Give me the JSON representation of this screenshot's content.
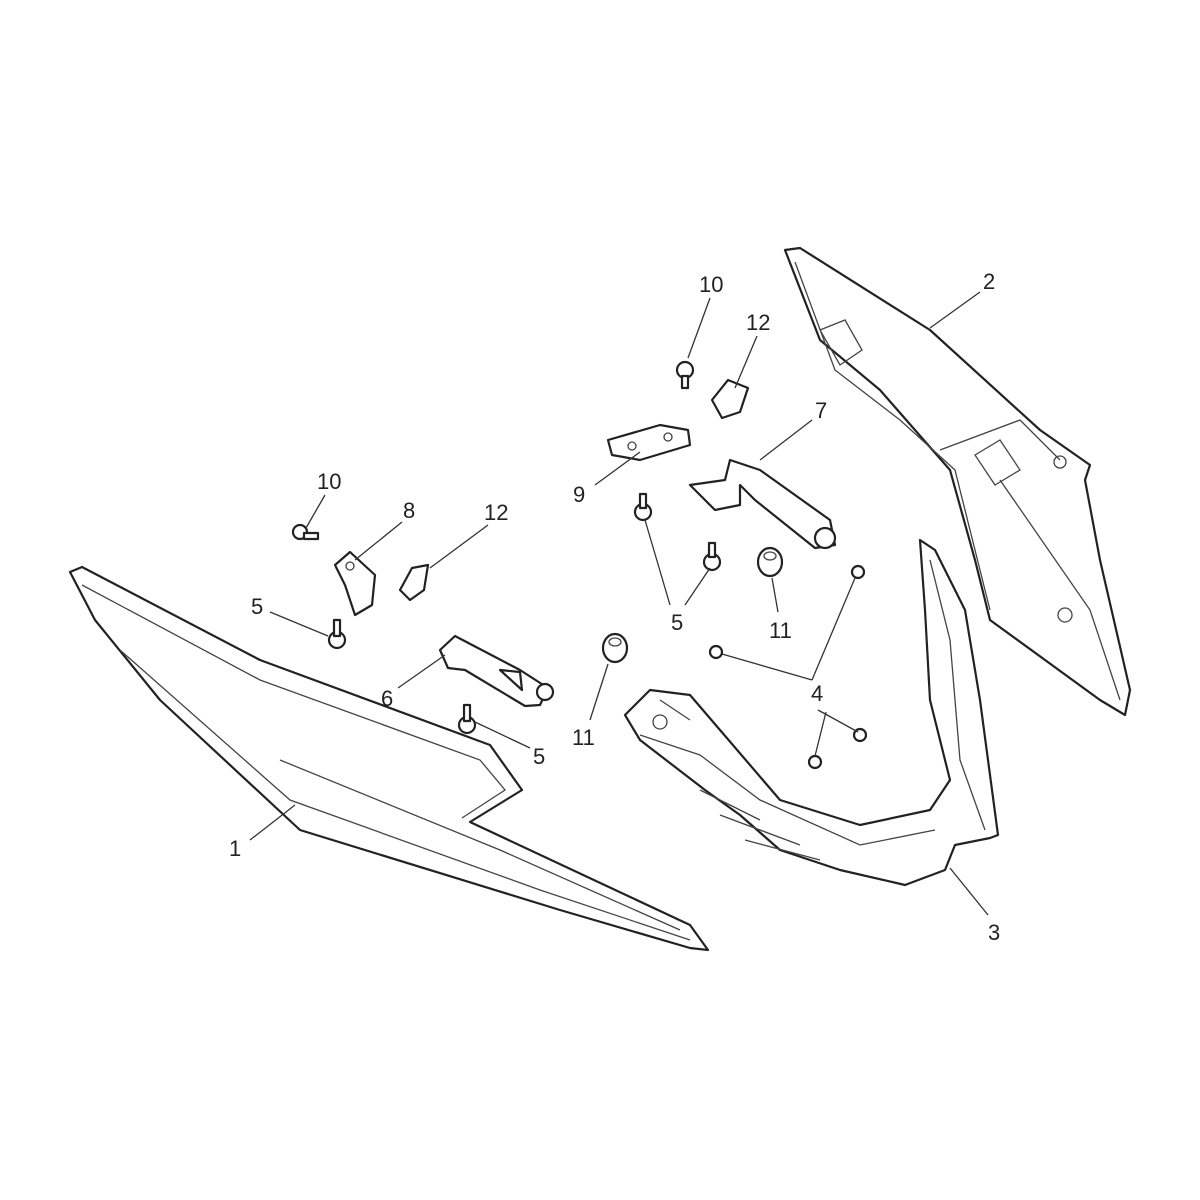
{
  "diagram": {
    "title": "Exploded parts diagram - rear bodywork panels",
    "callouts": [
      {
        "id": "c1",
        "text": "1"
      },
      {
        "id": "c2",
        "text": "2"
      },
      {
        "id": "c3",
        "text": "3"
      },
      {
        "id": "c4",
        "text": "4"
      },
      {
        "id": "c5a",
        "text": "5"
      },
      {
        "id": "c5b",
        "text": "5"
      },
      {
        "id": "c5c",
        "text": "5"
      },
      {
        "id": "c6",
        "text": "6"
      },
      {
        "id": "c7",
        "text": "7"
      },
      {
        "id": "c8",
        "text": "8"
      },
      {
        "id": "c9",
        "text": "9"
      },
      {
        "id": "c10a",
        "text": "10"
      },
      {
        "id": "c10b",
        "text": "10"
      },
      {
        "id": "c11a",
        "text": "11"
      },
      {
        "id": "c11b",
        "text": "11"
      },
      {
        "id": "c12a",
        "text": "12"
      },
      {
        "id": "c12b",
        "text": "12"
      }
    ]
  }
}
